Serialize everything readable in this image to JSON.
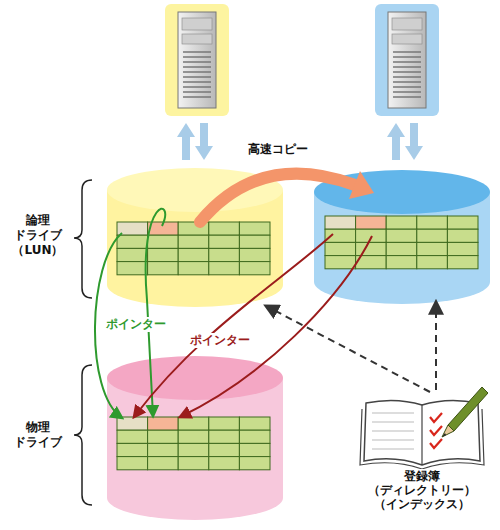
{
  "diagram": {
    "nodes": [
      {
        "text": [
          "登録簿 （ディレクトリー） （インデックス）"
        ]
      }
    ],
    "labels": [
      "論理 ドライブ （LUN）",
      "物理 ドライブ",
      "高速コピー",
      "ポインター",
      "ポインター"
    ]
  }
}
